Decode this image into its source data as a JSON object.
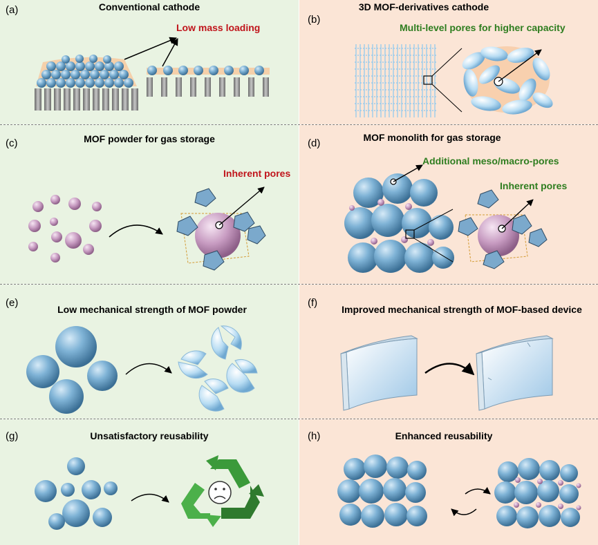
{
  "panels": {
    "a": {
      "label": "(a)",
      "title": "Conventional cathode",
      "callout": "Low mass loading"
    },
    "b": {
      "label": "(b)",
      "title": "3D MOF-derivatives cathode",
      "callout": "Multi-level pores for higher capacity"
    },
    "c": {
      "label": "(c)",
      "title": "MOF powder for gas storage",
      "callout": "Inherent pores"
    },
    "d": {
      "label": "(d)",
      "title": "MOF monolith for gas storage",
      "callout_1": "Additional meso/macro-pores",
      "callout_2": "Inherent pores"
    },
    "e": {
      "label": "(e)",
      "title": "Low mechanical strength of MOF powder"
    },
    "f": {
      "label": "(f)",
      "title": "Improved mechanical strength of MOF-based device"
    },
    "g": {
      "label": "(g)",
      "title": "Unsatisfactory reusability"
    },
    "h": {
      "label": "(h)",
      "title": "Enhanced reusability"
    }
  },
  "colors": {
    "left_bg": "#e9f3e2",
    "right_bg": "#fbe5d6",
    "sphere_blue": "#5f9bc4",
    "sphere_pink": "#c79bc1",
    "callout_red": "#c0141b",
    "callout_green": "#2e7d1f",
    "recycle_green": "#3b9a3a"
  },
  "icons": [
    "recycle-icon",
    "sad-face-icon"
  ]
}
